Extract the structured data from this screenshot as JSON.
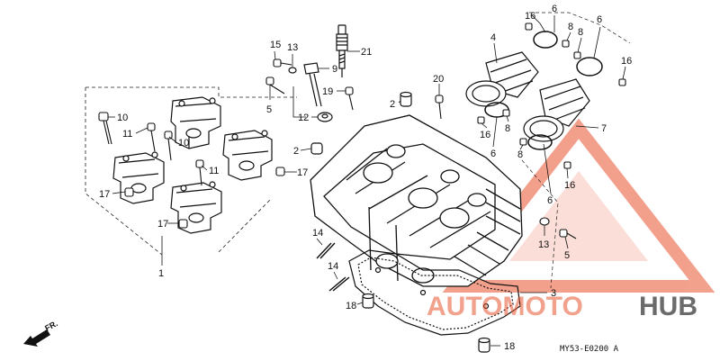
{
  "diagram": {
    "part_labels": {
      "p1": "1",
      "p2a": "2",
      "p2b": "2",
      "p3": "3",
      "p4": "4",
      "p5a": "5",
      "p5b": "5",
      "p6a": "6",
      "p6b": "6",
      "p6c": "6",
      "p6d": "6",
      "p7": "7",
      "p8a": "8",
      "p8b": "8",
      "p8c": "8",
      "p8d": "8",
      "p9": "9",
      "p10a": "10",
      "p10b": "10",
      "p11a": "11",
      "p11b": "11",
      "p12": "12",
      "p13a": "13",
      "p13b": "13",
      "p14a": "14",
      "p14b": "14",
      "p15": "15",
      "p16a": "16",
      "p16b": "16",
      "p16c": "16",
      "p16d": "16",
      "p17a": "17",
      "p17b": "17",
      "p17c": "17",
      "p18a": "18",
      "p18b": "18",
      "p19": "19",
      "p20": "20",
      "p21": "21"
    },
    "direction_label": "FR.",
    "diagram_code": "MY53-E0200 A"
  },
  "watermark": {
    "brand_left": "AUTOMOTO",
    "brand_right": "HUB",
    "accent_color": "#e8542e"
  }
}
